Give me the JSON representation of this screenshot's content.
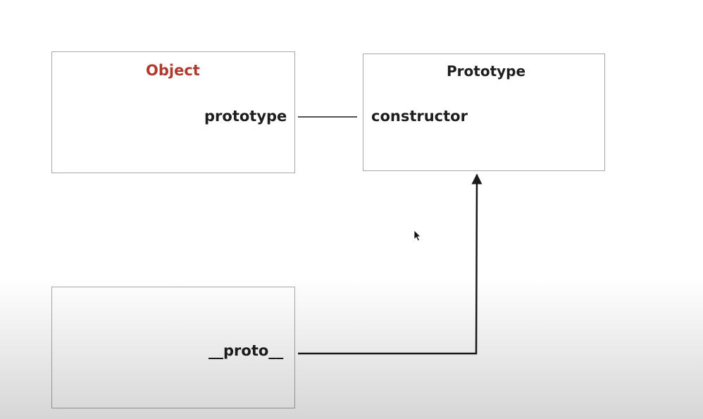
{
  "colors": {
    "title_accent": "#b03a2e",
    "text": "#1e1e1e",
    "box_border": "#a8a8a8",
    "connector": "#1a1a1a"
  },
  "object_box": {
    "title": "Object",
    "property": "prototype"
  },
  "prototype_box": {
    "title": "Prototype",
    "property": "constructor"
  },
  "instance_box": {
    "property": "__proto__"
  },
  "cursor_icon": "mouse-pointer-icon"
}
